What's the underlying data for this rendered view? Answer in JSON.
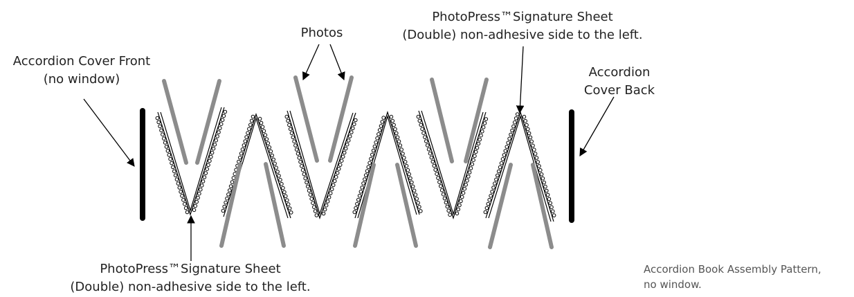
{
  "labels": {
    "cover_front": [
      "Accordion Cover Front",
      "(no window)"
    ],
    "photos": "Photos",
    "sheet_top": [
      "PhotoPress™Signature Sheet",
      "(Double) non-adhesive side to the left."
    ],
    "cover_back": [
      "Accordion",
      "Cover Back"
    ],
    "sheet_bottom": [
      "PhotoPress™Signature Sheet",
      "(Double) non-adhesive side to the left."
    ],
    "caption": [
      "Accordion Book Assembly Pattern,",
      "no window."
    ]
  },
  "colors": {
    "photo": "#8c8c8c",
    "cover": "#000000",
    "text": "#222222",
    "caption": "#555555"
  }
}
